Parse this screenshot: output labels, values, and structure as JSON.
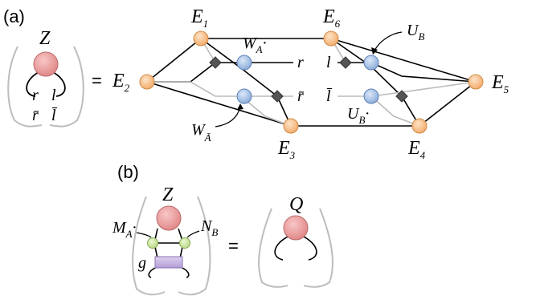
{
  "panel_a": {
    "label": "(a)",
    "lhs_node": "Z",
    "lhs_indices": {
      "r": "r",
      "l": "l",
      "rbar": "r̄",
      "lbar": "l̄"
    },
    "equals": "=",
    "vertices": {
      "E1": {
        "base": "E",
        "sub": "1"
      },
      "E2": {
        "base": "E",
        "sub": "2"
      },
      "E3": {
        "base": "E",
        "sub": "3"
      },
      "E4": {
        "base": "E",
        "sub": "4"
      },
      "E5": {
        "base": "E",
        "sub": "5"
      },
      "E6": {
        "base": "E",
        "sub": "6"
      }
    },
    "tensors": {
      "WA": {
        "base": "W",
        "sub": "A",
        "dot": "·"
      },
      "WAbar": {
        "base": "W",
        "sub": "Ā"
      },
      "UB": {
        "base": "U",
        "sub": "B"
      },
      "UBdot": {
        "base": "U",
        "sub": "B",
        "dot": "·"
      }
    },
    "indices": {
      "r": "r",
      "rbar": "r̄",
      "l": "l",
      "lbar": "l̄"
    }
  },
  "panel_b": {
    "label": "(b)",
    "node_Z": "Z",
    "M": {
      "base": "M",
      "sub": "A",
      "dot": "·"
    },
    "N": {
      "base": "N",
      "sub": "B"
    },
    "g": "g",
    "equals": "=",
    "node_Q": "Q"
  },
  "colors": {
    "corner_node": "#f7c08f",
    "tensor_node": "#a9c6ea",
    "center_node": "#ef9a9a",
    "small_green": "#cfe6a3",
    "purple_box": "#c8b4e0",
    "diamond": "#555555",
    "grey_line": "#bbbbbb"
  }
}
